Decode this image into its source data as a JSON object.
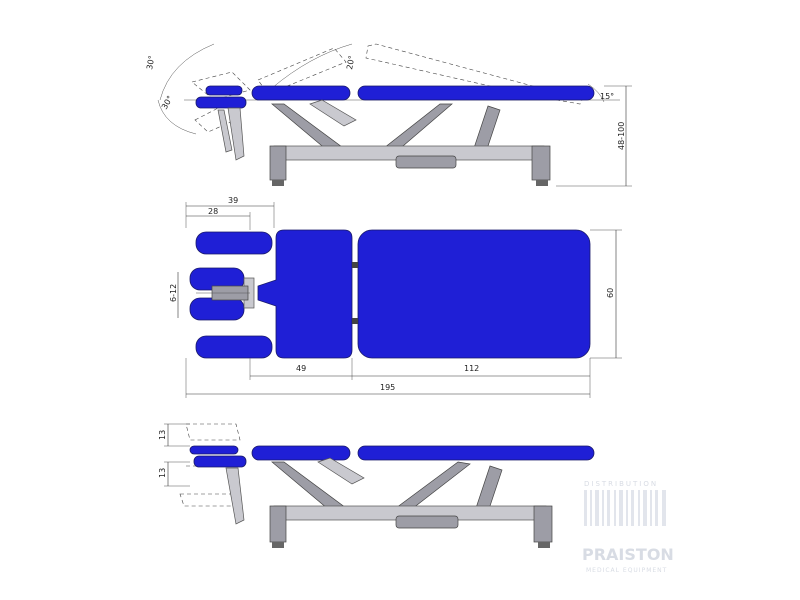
{
  "side_view_top": {
    "angle_head_up": "30°",
    "angle_head_down": "30°",
    "angle_mid": "20°",
    "angle_leg": "15°",
    "height_range": "48-100"
  },
  "top_view": {
    "dim_39": "39",
    "dim_28": "28",
    "dim_6_12": "6-12",
    "dim_60": "60",
    "dim_49": "49",
    "dim_112": "112",
    "dim_195": "195"
  },
  "side_view_bottom": {
    "dim_13_upper": "13",
    "dim_13_lower": "13"
  },
  "watermark": {
    "line1": "DISTRIBUTION",
    "line2": "PRAISTON",
    "line3": "MEDICAL EQUIPMENT"
  },
  "colors": {
    "pad": "#1f1fd6",
    "frame": "#c9c9cf"
  }
}
